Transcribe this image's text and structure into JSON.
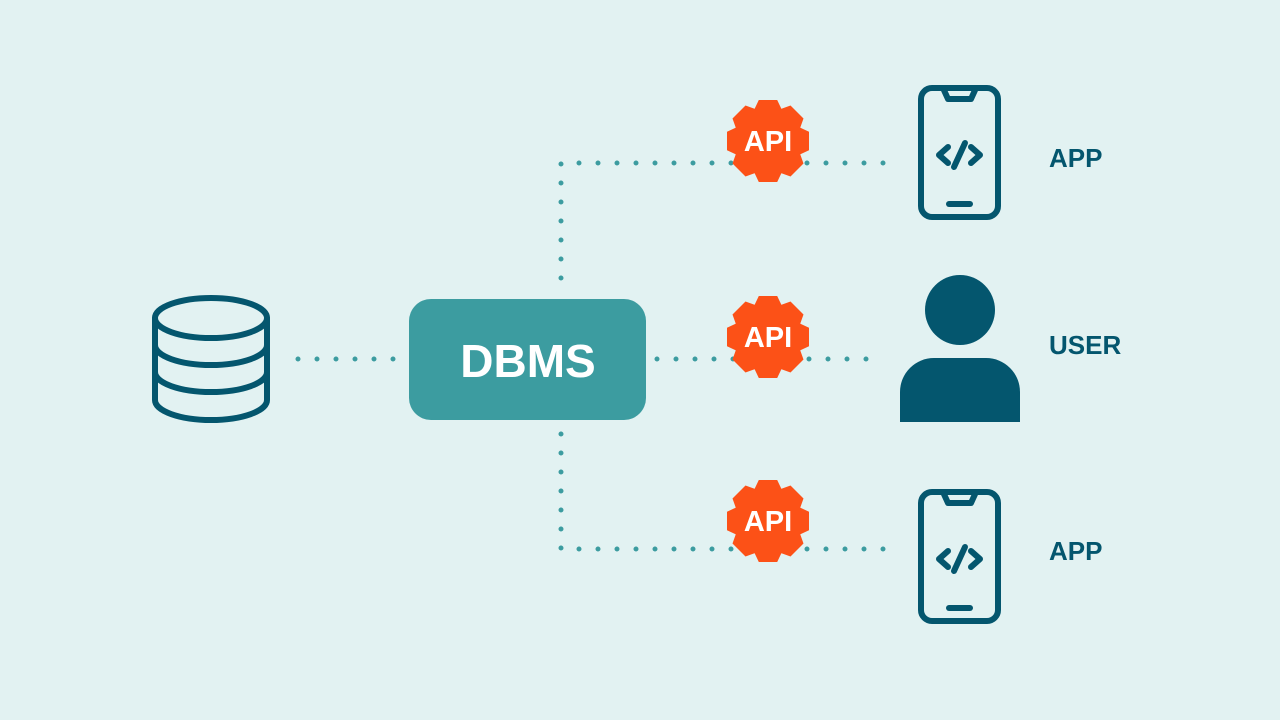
{
  "diagram": {
    "center_label": "DBMS",
    "database_icon": "database-icon",
    "connections": [
      {
        "api_label": "API",
        "target_label": "APP",
        "target_icon": "mobile-app-code-icon"
      },
      {
        "api_label": "API",
        "target_label": "USER",
        "target_icon": "user-icon"
      },
      {
        "api_label": "API",
        "target_label": "APP",
        "target_icon": "mobile-app-code-icon"
      }
    ]
  },
  "colors": {
    "background": "#e2f2f2",
    "dbms": "#3c9ca0",
    "icon": "#04566e",
    "api": "#fc5117",
    "connector": "#3c9ca0"
  }
}
